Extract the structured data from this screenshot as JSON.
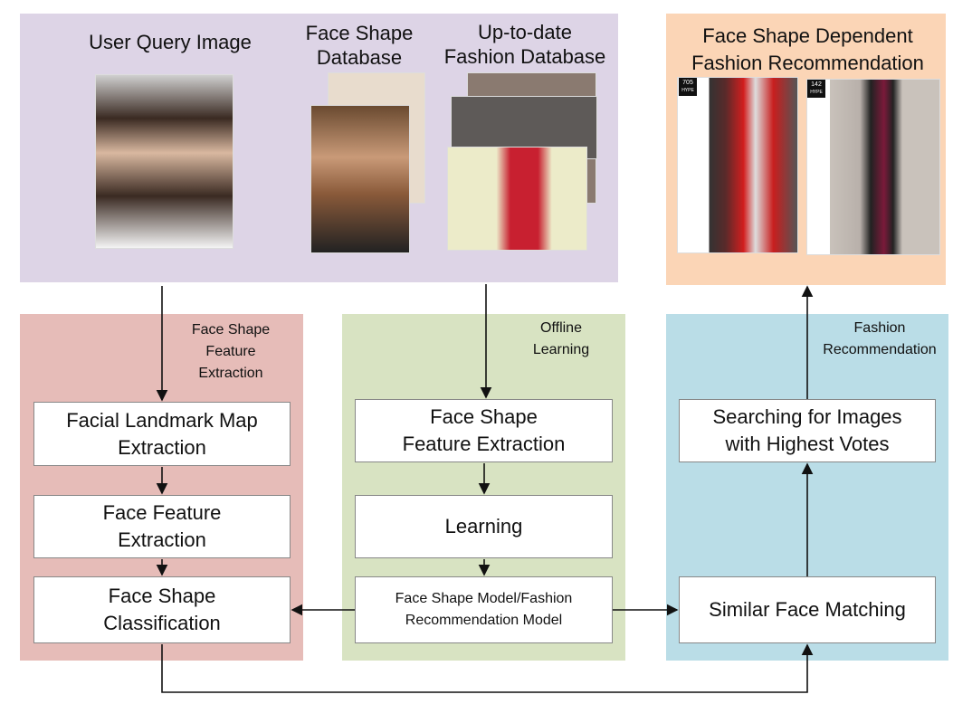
{
  "top_panel": {
    "query_title": "User Query Image",
    "face_db_title": "Face Shape\nDatabase",
    "fashion_db_title": "Up-to-date\nFashion Database"
  },
  "result_panel": {
    "title": "Face Shape Dependent\nFashion Recommendation",
    "items": [
      {
        "count": "705",
        "tag": "HYPE"
      },
      {
        "count": "142",
        "tag": "HYPE"
      }
    ]
  },
  "extraction_panel": {
    "label": "Face Shape\nFeature\nExtraction",
    "steps": [
      "Facial Landmark Map\nExtraction",
      "Face Feature\nExtraction",
      "Face Shape\nClassification"
    ]
  },
  "offline_panel": {
    "label": "Offline\nLearning",
    "steps": [
      "Face Shape\nFeature Extraction",
      "Learning",
      "Face Shape Model/Fashion\nRecommendation Model"
    ]
  },
  "recommend_panel": {
    "label": "Fashion\nRecommendation",
    "steps": [
      "Searching for Images\nwith Highest Votes",
      "Similar Face Matching"
    ]
  },
  "colors": {
    "top": "#ddd4e6",
    "result": "#fbd5b6",
    "extraction": "#e6bcb8",
    "offline": "#d8e3c2",
    "recommend": "#badde7"
  }
}
